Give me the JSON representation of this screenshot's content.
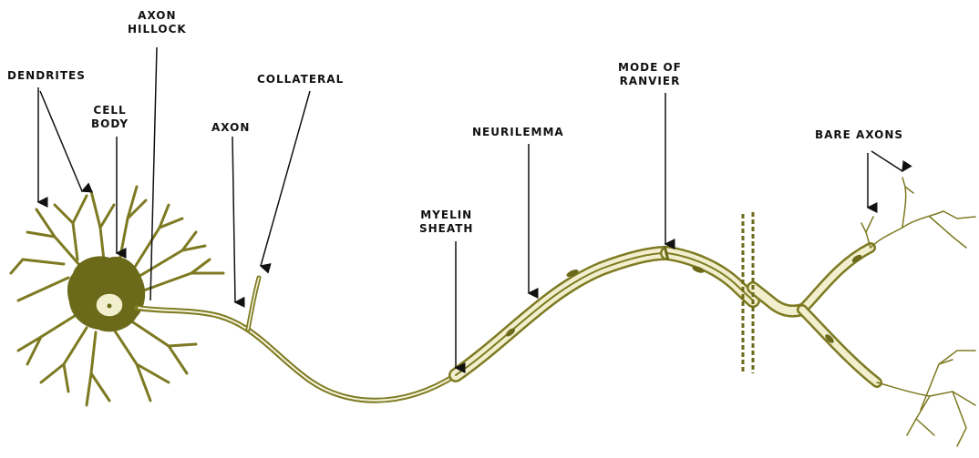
{
  "labels": {
    "axon_hillock": [
      "AXON",
      "HILLOCK"
    ],
    "dendrites": "DENDRITES",
    "cell_body": [
      "CELL",
      "BODY"
    ],
    "axon": "AXON",
    "collateral": "COLLATERAL",
    "myelin_sheath": [
      "MYELIN",
      "SHEATH"
    ],
    "neurilemma": "NEURILEMMA",
    "node_of_ranvier": [
      "MODE OF",
      "RANVIER"
    ],
    "bare_axons": "BARE AXONS"
  },
  "colors": {
    "ink": "#111111",
    "neuron_fill": "#6b6a1a",
    "neuron_line": "#7d7a22",
    "sheath_fill": "#f2efcf",
    "break_marks": "#6b6a1a"
  }
}
